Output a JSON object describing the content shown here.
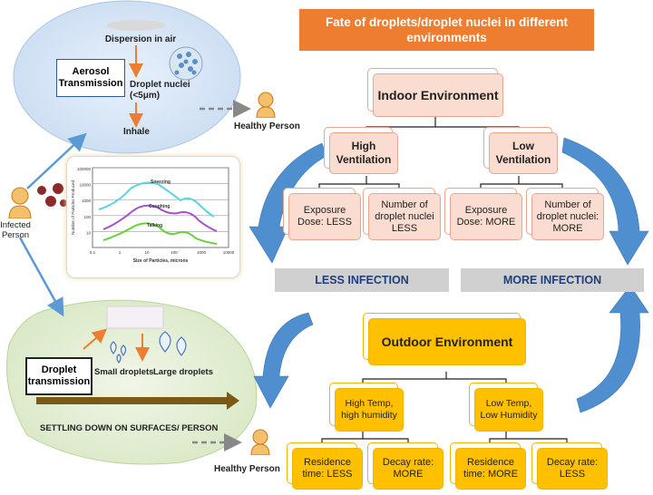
{
  "title": "Fate of droplets/droplet nuclei in different environments",
  "left": {
    "infected_person": "Infected Person",
    "aerosol": {
      "label": "Aerosol Transmission",
      "dispersion": "Dispersion in  air",
      "nuclei": "Droplet nuclei (<5μm)",
      "inhale": "Inhale",
      "healthy": "Healthy Person"
    },
    "chart": {
      "y_label": "Number of Particles Produced",
      "x_label": "Size of Particles, microns",
      "y_ticks": [
        "100000",
        "10000",
        "1000",
        "100",
        "10"
      ],
      "x_ticks": [
        "0.1",
        "1",
        "10",
        "100",
        "1000",
        "10000"
      ],
      "curves": [
        "Sneezing",
        "Coughing",
        "Talking"
      ],
      "colors": [
        "#5ad5e0",
        "#a64fd1",
        "#66d23a"
      ]
    },
    "droplet": {
      "label": "Droplet transmission",
      "small": "Small droplets",
      "large": "Large droplets",
      "settling": "SETTLING DOWN ON SURFACES/ PERSON",
      "healthy": "Healthy Person"
    }
  },
  "indoor": {
    "title": "Indoor Environment",
    "high": "High Ventilation",
    "low": "Low Ventilation",
    "high_children": [
      "Exposure Dose: LESS",
      "Number of droplet nuclei LESS"
    ],
    "low_children": [
      "Exposure Dose: MORE",
      "Number of droplet nuclei: MORE"
    ]
  },
  "outcomes": {
    "less": "LESS INFECTION",
    "more": "MORE INFECTION"
  },
  "outdoor": {
    "title": "Outdoor Environment",
    "high": "High Temp, high humidity",
    "low": "Low Temp, Low Humidity",
    "high_children": [
      "Residence time: LESS",
      "Decay rate: MORE"
    ],
    "low_children": [
      "Residence time: MORE",
      "Decay rate: LESS"
    ]
  }
}
